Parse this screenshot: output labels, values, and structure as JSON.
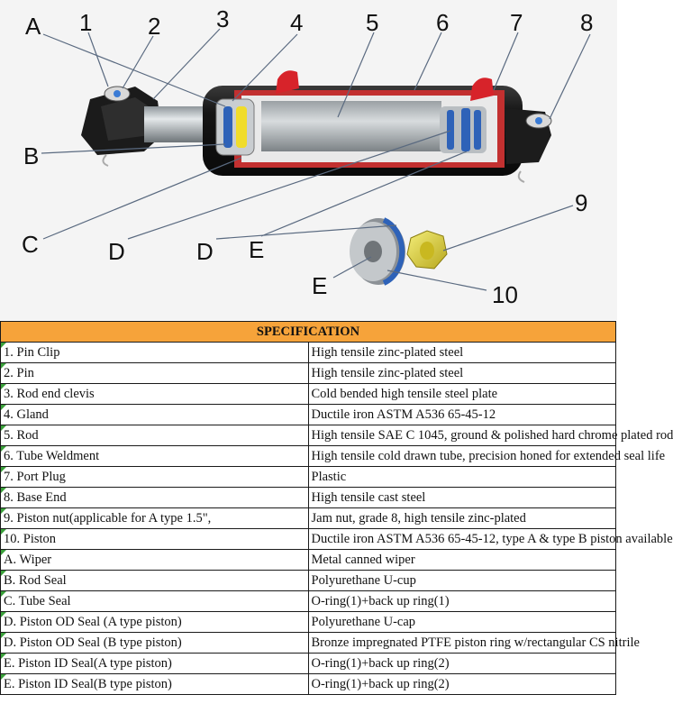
{
  "diagram": {
    "callouts": [
      "A",
      "1",
      "2",
      "3",
      "4",
      "5",
      "6",
      "7",
      "8",
      "B",
      "9",
      "C",
      "D",
      "D",
      "E",
      "E",
      "10"
    ]
  },
  "spec": {
    "title": "SPECIFICATION",
    "rows": [
      {
        "part": "1. Pin Clip",
        "material": "High tensile zinc-plated steel"
      },
      {
        "part": "2. Pin",
        "material": "High tensile zinc-plated steel"
      },
      {
        "part": "3. Rod end clevis",
        "material": "Cold bended high tensile steel plate"
      },
      {
        "part": "4. Gland",
        "material": "Ductile iron ASTM A536 65-45-12"
      },
      {
        "part": "5. Rod",
        "material": "High tensile SAE C 1045, ground & polished hard chrome plated rod"
      },
      {
        "part": "6. Tube Weldment",
        "material": "High tensile cold drawn tube, precision honed for extended seal life"
      },
      {
        "part": "7. Port Plug",
        "material": "Plastic"
      },
      {
        "part": "8. Base End",
        "material": "High tensile cast steel"
      },
      {
        "part": "9. Piston nut(applicable for A type 1.5\",",
        "material": "Jam nut, grade 8, high tensile zinc-plated"
      },
      {
        "part": "10. Piston",
        "material": "Ductile iron ASTM A536 65-45-12, type A & type B piston available"
      },
      {
        "part": "A. Wiper",
        "material": "Metal canned wiper"
      },
      {
        "part": "B. Rod Seal",
        "material": "Polyurethane U-cup"
      },
      {
        "part": "C. Tube Seal",
        "material": "O-ring(1)+back up ring(1)"
      },
      {
        "part": "D. Piston OD Seal (A type piston)",
        "material": "Polyurethane U-cap"
      },
      {
        "part": "D. Piston OD Seal (B type piston)",
        "material": "Bronze impregnated PTFE piston ring w/rectangular CS nitrile"
      },
      {
        "part": "E. Piston ID Seal(A type piston)",
        "material": "O-ring(1)+back up ring(2)"
      },
      {
        "part": "E. Piston ID Seal(B type piston)",
        "material": "O-ring(1)+back up ring(2)"
      }
    ]
  }
}
